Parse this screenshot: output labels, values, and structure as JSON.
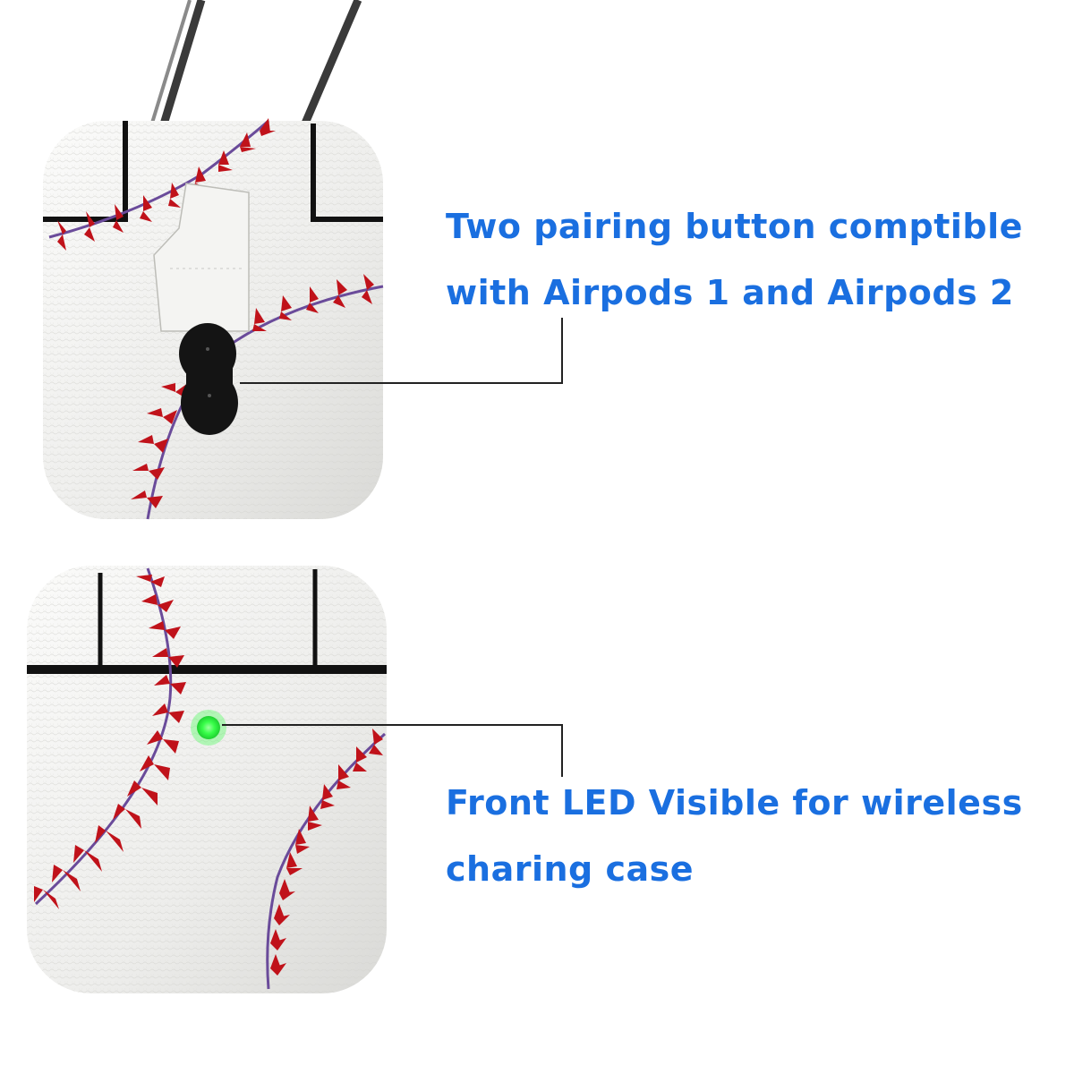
{
  "callouts": {
    "pairing_button": {
      "line1": "Two pairing button comptible",
      "line2": "with Airpods 1 and Airpods 2"
    },
    "front_led": {
      "line1": "Front LED Visible for wireless",
      "line2": "charing case"
    }
  },
  "colors": {
    "text_blue": "#1a6fe0",
    "leather_white": "#f1f1ef",
    "stitch_red": "#c0121a",
    "stitch_purple": "#6a4b9a",
    "trim_black": "#111111",
    "led_green": "#39ff4a",
    "carabiner": "#3a3a3a"
  },
  "icons": {
    "case_top": "baseball-leather-airpods-case-back",
    "case_bottom": "baseball-leather-airpods-case-front",
    "carabiner": "carabiner-clip-icon"
  }
}
